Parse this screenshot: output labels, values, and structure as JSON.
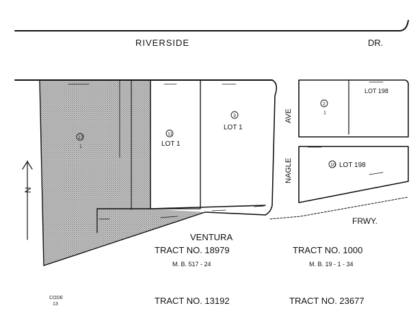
{
  "streets": {
    "riverside": "RIVERSIDE",
    "dr": "DR.",
    "ave": "AVE",
    "nagle": "NAGLE",
    "ventura": "VENTURA",
    "frwy": "FRWY."
  },
  "tracts": {
    "t18979": "TRACT NO. 18979",
    "t18979_mb": "M. B. 517 - 24",
    "t1000": "TRACT NO. 1000",
    "t1000_mb": "M. B. 19 - 1 - 34",
    "t13192": "TRACT NO. 13192",
    "t23677": "TRACT NO. 23677"
  },
  "parcels": {
    "p17": {
      "num": "17",
      "sub": "1"
    },
    "p11": {
      "num": "11",
      "label": "LOT 1"
    },
    "p3": {
      "num": "3",
      "label": "LOT 1"
    },
    "p2": {
      "num": "2",
      "sub": "1"
    },
    "lot198_top": "LOT 198",
    "p10": {
      "num": "10",
      "label": "LOT 198"
    }
  },
  "code": {
    "label": "CODE",
    "value": "13"
  },
  "north": "N",
  "colors": {
    "ink": "#111111",
    "paper": "#ffffff",
    "hatch": "#555555"
  }
}
